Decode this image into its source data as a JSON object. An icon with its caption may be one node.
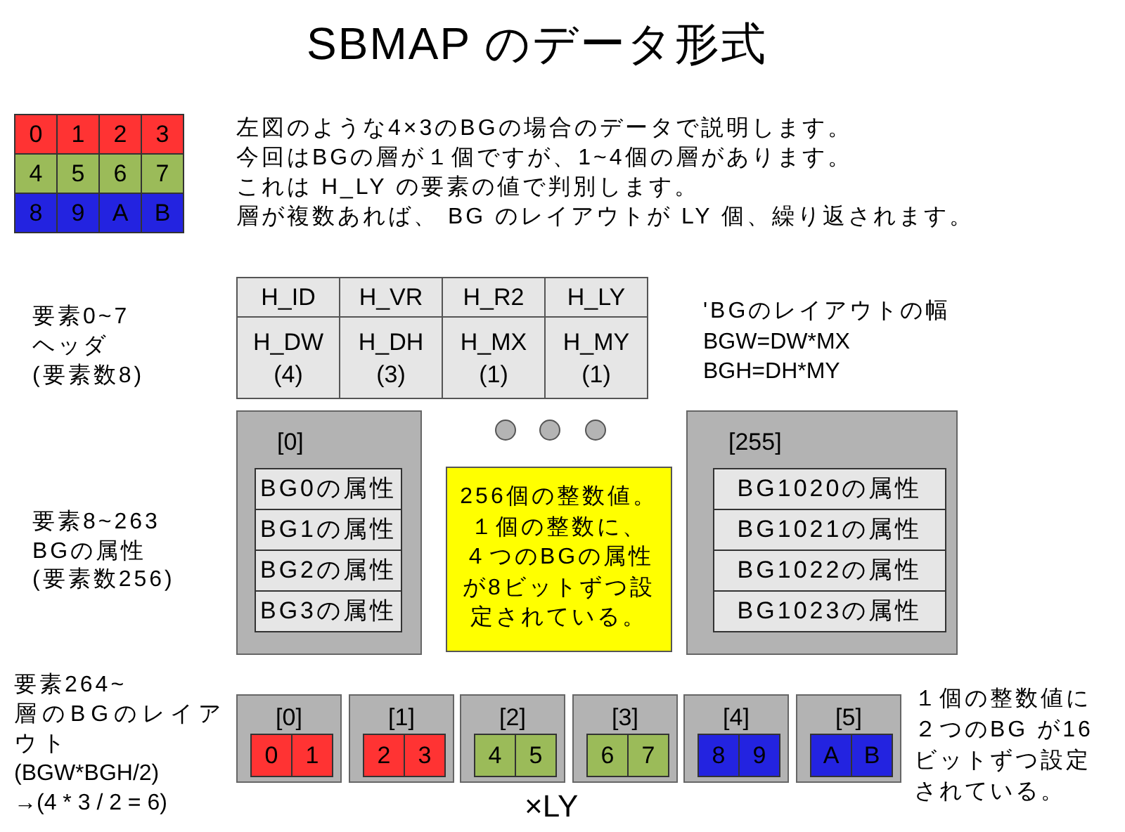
{
  "diagram": {
    "title": "SBMAP のデータ形式",
    "nodes": [
      {
        "text": [
          "0"
        ]
      },
      {
        "text": [
          "1"
        ]
      },
      {
        "text": [
          "2"
        ]
      },
      {
        "text": [
          "3"
        ]
      },
      {
        "text": [
          "4"
        ]
      },
      {
        "text": [
          "5"
        ]
      },
      {
        "text": [
          "6"
        ]
      },
      {
        "text": [
          "7"
        ]
      },
      {
        "text": [
          "8"
        ]
      },
      {
        "text": [
          "9"
        ]
      },
      {
        "text": [
          "A"
        ]
      },
      {
        "text": [
          "B"
        ]
      },
      {
        "text": [
          "H_ID"
        ]
      },
      {
        "text": [
          "H_VR"
        ]
      },
      {
        "text": [
          "H_R2"
        ]
      },
      {
        "text": [
          "H_LY"
        ]
      },
      {
        "text": [
          "H_DW",
          "(4)"
        ]
      },
      {
        "text": [
          "H_DH",
          "(3)"
        ]
      },
      {
        "text": [
          "H_MX",
          "(1)"
        ]
      },
      {
        "text": [
          "H_MY",
          "(1)"
        ]
      },
      {
        "text": [
          "[0]"
        ]
      },
      {
        "text": [
          "BG0の属性"
        ],
        "in": 20
      },
      {
        "text": [
          "BG1の属性"
        ],
        "in": 20
      },
      {
        "text": [
          "BG2の属性"
        ],
        "in": 20
      },
      {
        "text": [
          "BG3の属性"
        ],
        "in": 20
      },
      {
        "text": [
          "256個の整数値。１個の整数に、４つのBGの属性が8ビットずつ設定されている。"
        ]
      },
      {
        "text": [
          "[255]"
        ]
      },
      {
        "text": [
          "BG1020の属性"
        ],
        "in": 26
      },
      {
        "text": [
          "BG1021の属性"
        ],
        "in": 26
      },
      {
        "text": [
          "BG1022の属性"
        ],
        "in": 26
      },
      {
        "text": [
          "BG1023の属性"
        ],
        "in": 26
      },
      {
        "text": [
          "[0]"
        ]
      },
      {
        "text": [
          "0"
        ],
        "in": 31
      },
      {
        "text": [
          "1"
        ],
        "in": 31
      },
      {
        "text": [
          "[1]"
        ]
      },
      {
        "text": [
          "2"
        ],
        "in": 34
      },
      {
        "text": [
          "3"
        ],
        "in": 34
      },
      {
        "text": [
          "[2]"
        ]
      },
      {
        "text": [
          "4"
        ],
        "in": 37
      },
      {
        "text": [
          "5"
        ],
        "in": 37
      },
      {
        "text": [
          "[3]"
        ]
      },
      {
        "text": [
          "6"
        ],
        "in": 40
      },
      {
        "text": [
          "7"
        ],
        "in": 40
      },
      {
        "text": [
          "[4]"
        ]
      },
      {
        "text": [
          "8"
        ],
        "in": 43
      },
      {
        "text": [
          "9"
        ],
        "in": 43
      },
      {
        "text": [
          "[5]"
        ]
      },
      {
        "text": [
          "A"
        ],
        "in": 46
      },
      {
        "text": [
          "B"
        ],
        "in": 46
      }
    ],
    "labels": [
      "左図のような4×3のBGの場合のデータで説明します。",
      "今回はBGの層が１個ですが、1~4個の層があります。",
      "これは H_LY の要素の値で判別します。",
      "層が複数あれば、 BG のレイアウトが LY 個、繰り返されます。",
      "要素0~7",
      "ヘッダ",
      "(要素数8)",
      "'BGのレイアウトの幅",
      "BGW=DW*MX",
      "BGH=DH*MY",
      "要素8~263",
      "BGの属性",
      "(要素数256)",
      "要素264~",
      "層のBGのレイアウト",
      "(BGW*BGH/2)",
      "→(4 * 3 / 2 = 6)",
      "１個の整数値に２つのBG が16ビットずつ設定されている。",
      "×LY"
    ]
  }
}
